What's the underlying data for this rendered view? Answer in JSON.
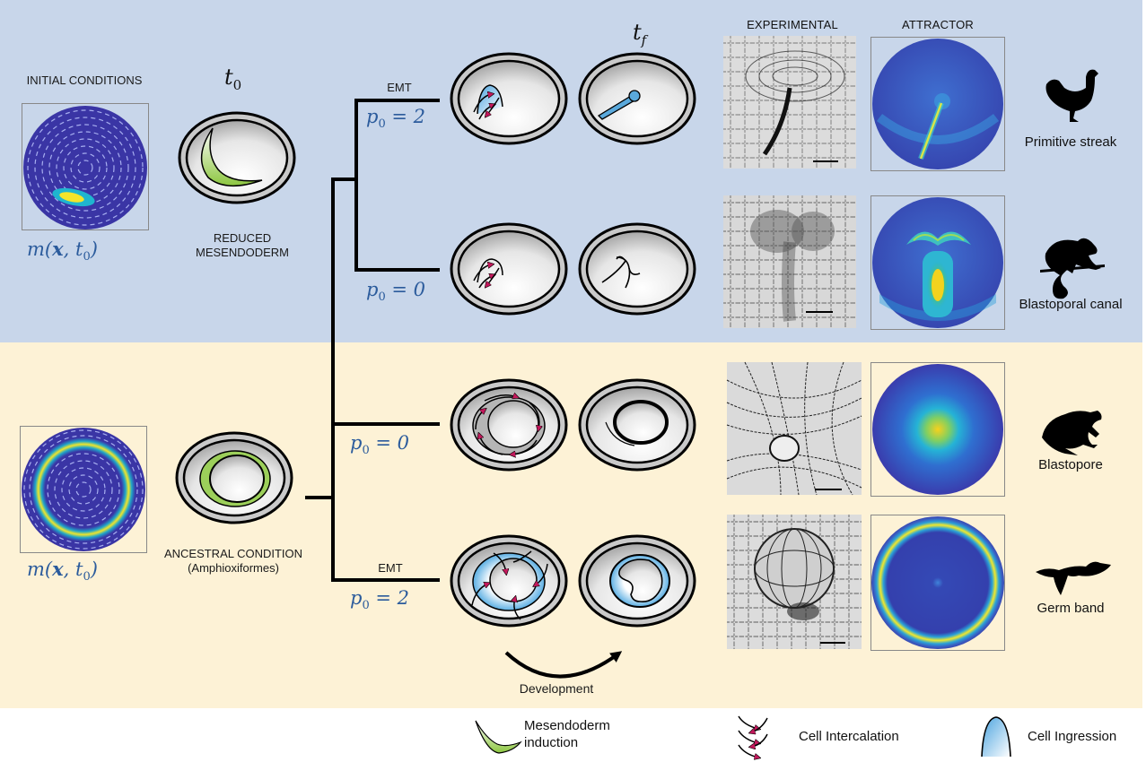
{
  "colors": {
    "top_panel_bg": "#c8d6ea",
    "bottom_panel_bg": "#fdf2d6",
    "math_text": "#2b5b9c",
    "mesendoderm_green": "#8cc63f",
    "ingression_blue": "#4aa3df",
    "intercalation_arrow": "#c2185b",
    "attractor_low": "#3b3ba8",
    "attractor_high": "#f5e52a"
  },
  "top_row": {
    "initial_conditions_label": "INITIAL CONDITIONS",
    "field_label": {
      "prefix": "m(",
      "bold": "x",
      "mid": ", t",
      "sub": "0",
      "suffix": ")"
    },
    "t0_label": {
      "base": "t",
      "sub": "0"
    },
    "embryo_label_line1": "REDUCED",
    "embryo_label_line2": "MESENDODERM"
  },
  "tf_label": {
    "base": "t",
    "sub": "f"
  },
  "column_headers": {
    "experimental": "EXPERIMENTAL",
    "attractor": "ATTRACTOR"
  },
  "bottom_row": {
    "field_label": {
      "prefix": "m(",
      "bold": "x",
      "mid": ", t",
      "sub": "0",
      "suffix": ")"
    },
    "embryo_label_line1": "ANCESTRAL CONDITION",
    "embryo_label_line2": "(Amphioxiformes)"
  },
  "branches": [
    {
      "mechanism": "EMT",
      "param": {
        "base": "p",
        "sub": "0",
        "value": " = 2"
      },
      "species": "Primitive streak",
      "animal_icon": "chicken-icon"
    },
    {
      "mechanism": "",
      "param": {
        "base": "p",
        "sub": "0",
        "value": " = 0"
      },
      "species": "Blastoporal canal",
      "animal_icon": "chameleon-icon"
    },
    {
      "mechanism": "",
      "param": {
        "base": "p",
        "sub": "0",
        "value": " = 0"
      },
      "species": "Blastopore",
      "animal_icon": "frog-icon"
    },
    {
      "mechanism": "EMT",
      "param": {
        "base": "p",
        "sub": "0",
        "value": " = 2"
      },
      "species": "Germ band",
      "animal_icon": "fish-icon"
    }
  ],
  "development_label": "Development",
  "legend": [
    {
      "icon": "mesendoderm-crescent-icon",
      "line1": "Mesendoderm",
      "line2": "induction"
    },
    {
      "icon": "cell-intercalation-arrows-icon",
      "line1": "Cell Intercalation",
      "line2": ""
    },
    {
      "icon": "cell-ingression-dome-icon",
      "line1": "Cell Ingression",
      "line2": ""
    }
  ]
}
